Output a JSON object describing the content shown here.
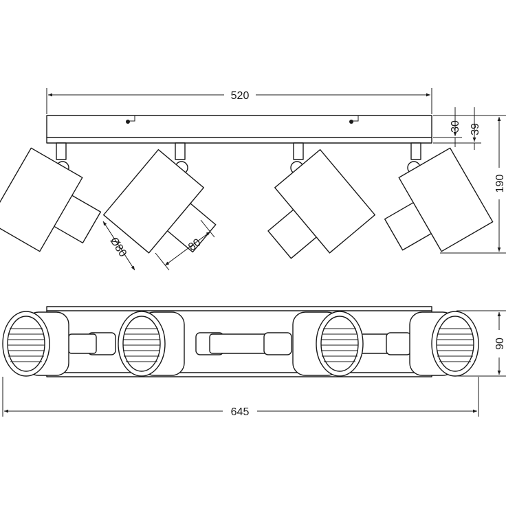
{
  "dimensions": {
    "rail_length": "520",
    "rail_height": "30",
    "rail_depth": "39",
    "total_height": "190",
    "shade_diameter": "Ø80",
    "shade_length": "80",
    "total_length": "645",
    "total_depth": "90"
  }
}
